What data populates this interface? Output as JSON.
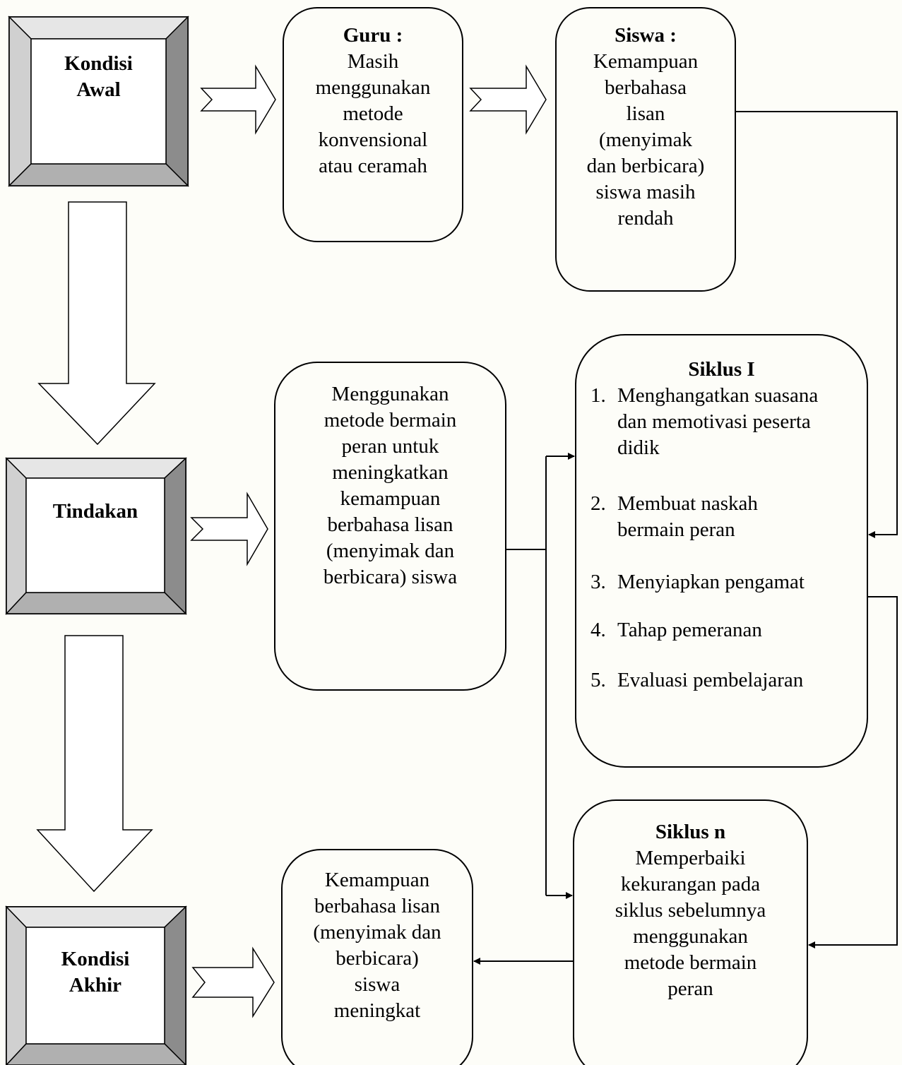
{
  "kondisi_awal": {
    "line1": "Kondisi",
    "line2": "Awal"
  },
  "tindakan": {
    "label": "Tindakan"
  },
  "kondisi_akhir": {
    "line1": "Kondisi",
    "line2": "Akhir"
  },
  "guru": {
    "title": "Guru :",
    "lines": [
      "Masih",
      "menggunakan",
      "metode",
      "konvensional",
      "atau ceramah"
    ]
  },
  "siswa": {
    "title": "Siswa :",
    "lines": [
      "Kemampuan",
      "berbahasa",
      "lisan",
      "(menyimak",
      "dan berbicara)",
      "siswa masih",
      "rendah"
    ]
  },
  "metode": {
    "lines": [
      "Menggunakan",
      "metode bermain",
      "peran untuk",
      "meningkatkan",
      "kemampuan",
      "berbahasa lisan",
      "(menyimak dan",
      "berbicara) siswa"
    ]
  },
  "siklus1": {
    "title": "Siklus I",
    "items": [
      {
        "num": "1.",
        "lines": [
          "Menghangatkan suasana",
          "dan memotivasi peserta",
          "didik"
        ]
      },
      {
        "num": "2.",
        "lines": [
          "Membuat naskah",
          "bermain peran"
        ]
      },
      {
        "num": "3.",
        "lines": [
          "Menyiapkan pengamat"
        ]
      },
      {
        "num": "4.",
        "lines": [
          "Tahap pemeranan"
        ]
      },
      {
        "num": "5.",
        "lines": [
          "Evaluasi pembelajaran"
        ]
      }
    ]
  },
  "siklus_n": {
    "title": "Siklus n",
    "lines": [
      "Memperbaiki",
      "kekurangan pada",
      "siklus sebelumnya",
      "menggunakan",
      "metode bermain",
      "peran"
    ]
  },
  "hasil": {
    "lines": [
      "Kemampuan",
      "berbahasa lisan",
      "(menyimak dan",
      "berbicara)",
      "siswa",
      "meningkat"
    ]
  }
}
